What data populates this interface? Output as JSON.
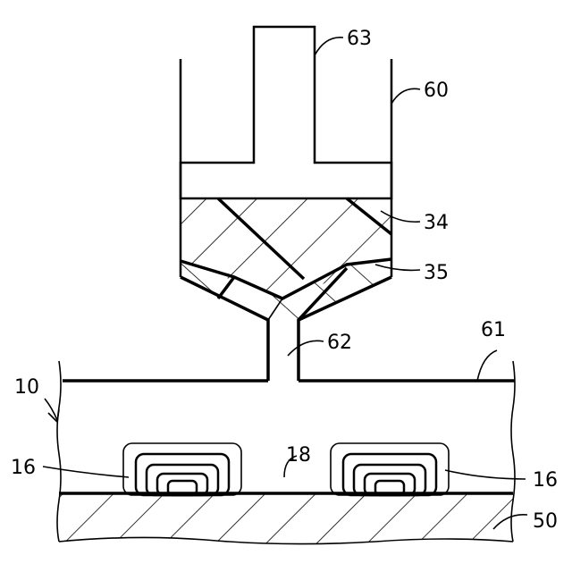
{
  "labels": {
    "plunger": "63",
    "syringe": "60",
    "material_upper": "34",
    "material_lower": "35",
    "nozzle": "62",
    "substrate_surface": "61",
    "structure": "10",
    "feature_left": "16",
    "feature_right": "16",
    "region_between": "18",
    "base_layer": "50"
  }
}
